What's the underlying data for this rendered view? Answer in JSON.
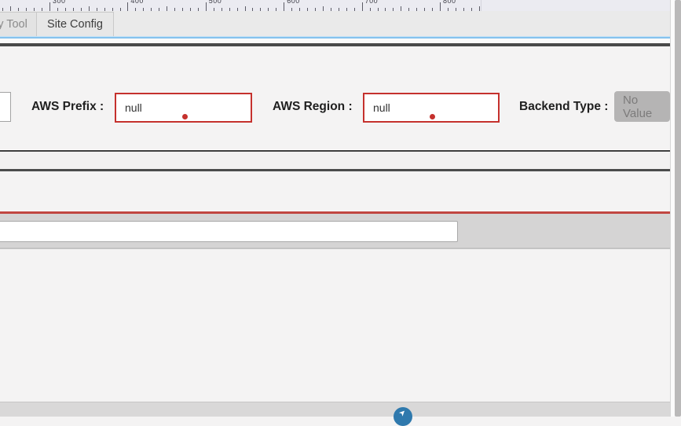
{
  "ruler": {
    "unit_labels": [
      "300",
      "400",
      "500",
      "600",
      "700",
      "800"
    ]
  },
  "tab_bar": {
    "tabs": [
      {
        "label": "y Tool",
        "active": false
      },
      {
        "label": "Site Config",
        "active": true
      }
    ]
  },
  "form": {
    "aws_prefix": {
      "label": "AWS Prefix :",
      "value": "null"
    },
    "aws_region": {
      "label": "AWS Region :",
      "value": "null"
    },
    "backend_type": {
      "label": "Backend Type :",
      "value": "No Value"
    }
  },
  "wide_input": {
    "value": ""
  },
  "fab": {
    "glyph": "➤"
  },
  "colors": {
    "error_border": "#c5312d",
    "error_rule": "#c14742",
    "accent_blue_line": "#86c2ed",
    "fab_blue": "#2f79ad",
    "dark_rule": "#3f3f3f",
    "disabled_button_bg": "#b5b4b4"
  }
}
